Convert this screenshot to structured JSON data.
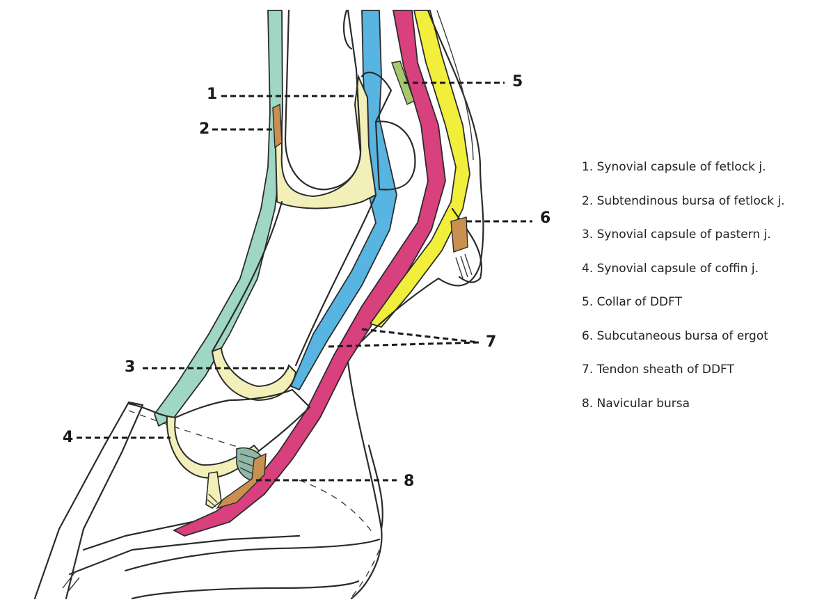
{
  "callouts": [
    "1",
    "2",
    "3",
    "4",
    "5",
    "6",
    "7",
    "8"
  ],
  "legend": [
    "1. Synovial capsule of fetlock j.",
    "2. Subtendinous bursa of fetlock j.",
    "3. Synovial capsule of pastern j.",
    "4. Synovial capsule of coffin j.",
    "5. Collar of DDFT",
    "6. Subcutaneous bursa of ergot",
    "7. Tendon sheath of DDFT",
    "8. Navicular bursa"
  ],
  "colors": {
    "synovial": "#f3efb8",
    "extensor_tendon": "#9fd6c4",
    "ddft": "#58b4e0",
    "sdft": "#d8407e",
    "suspensory": "#f2ee3c",
    "bursa": "#c99050",
    "navicular_region": "#8fb8a8"
  }
}
